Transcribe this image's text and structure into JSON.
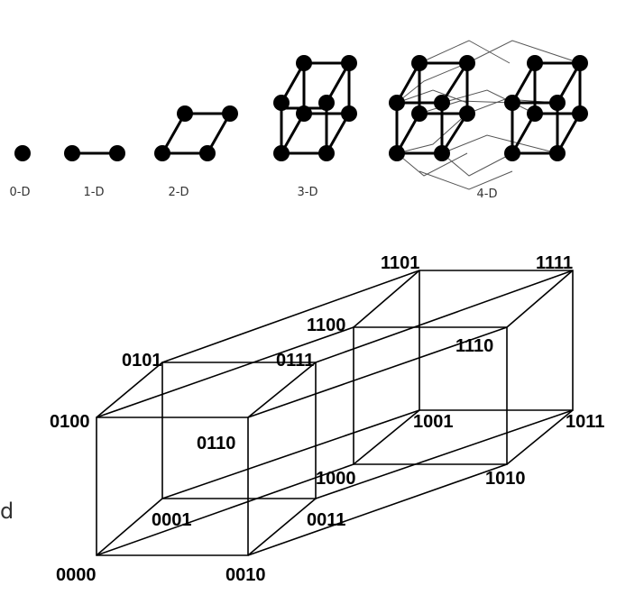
{
  "top_row": {
    "labels": [
      "0-D",
      "1-D",
      "2-D",
      "3-D",
      "4-D"
    ]
  },
  "tesseract": {
    "nodes": [
      "0000",
      "0001",
      "0010",
      "0011",
      "0100",
      "0101",
      "0110",
      "0111",
      "1000",
      "1001",
      "1010",
      "1011",
      "1100",
      "1101",
      "1110",
      "1111"
    ]
  },
  "stray_text": "d"
}
